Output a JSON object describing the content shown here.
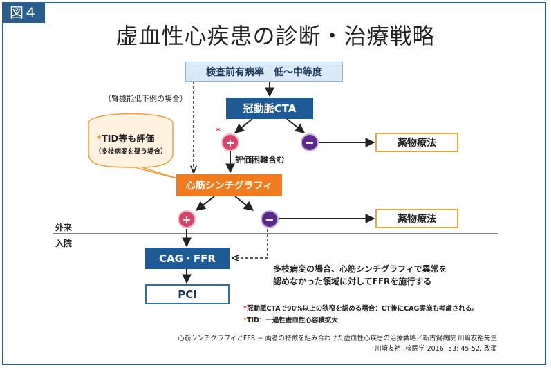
{
  "figure_tag": "図４",
  "title": "虚血性心疾患の診断・治療戦略",
  "nodes": {
    "pretest": "検査前有病率　低〜中等度",
    "cta": "冠動脈CTA",
    "scinti": "心筋シンチグラフィ",
    "cag": "CAG・FFR",
    "pci": "PCI",
    "drug1": "薬物療法",
    "drug2": "薬物療法"
  },
  "signs": {
    "plus": "+",
    "minus": "−"
  },
  "labels": {
    "renal": "（腎機能低下例の場合）",
    "difficult": "評価困難含む",
    "asterisk": "*",
    "outpatient": "外来",
    "inpatient": "入院",
    "multivessel_line1": "多枝病変の場合、心筋シンチグラフィで異常を",
    "multivessel_line2": "認めなかった領域に対してFFRを施行する"
  },
  "bubble": {
    "title": "TID等も評価",
    "sub": "（多枝病変を疑う場合）"
  },
  "notes": {
    "note1": "冠動脈CTAで90%以上の狭窄を認める場合：CT後にCAG実施も考慮される。",
    "note2": "TID：一過性虚血性心容積拡大"
  },
  "source": {
    "line1": "心筋シンチグラフィとFFR − 両者の特徴を組み合わせた虚血性心疾患の治療戦略／新古賀病院 川﨑友裕先生",
    "line2": "川﨑友裕. 核医学 2016; 53: 45-52. 改変"
  },
  "colors": {
    "frame": "#2a5d8f",
    "box_light_blue": "#d9e9f7",
    "box_dark_blue": "#1e5a96",
    "box_orange": "#f07c1f",
    "box_drug_border": "#e2a93b",
    "plus_circle": "#d4456b",
    "minus_circle": "#5b2a86",
    "bubble_fill": "#fff3e0",
    "bubble_border": "#f0a040",
    "note_red": "#d4342c",
    "note_orange": "#e8952c"
  }
}
